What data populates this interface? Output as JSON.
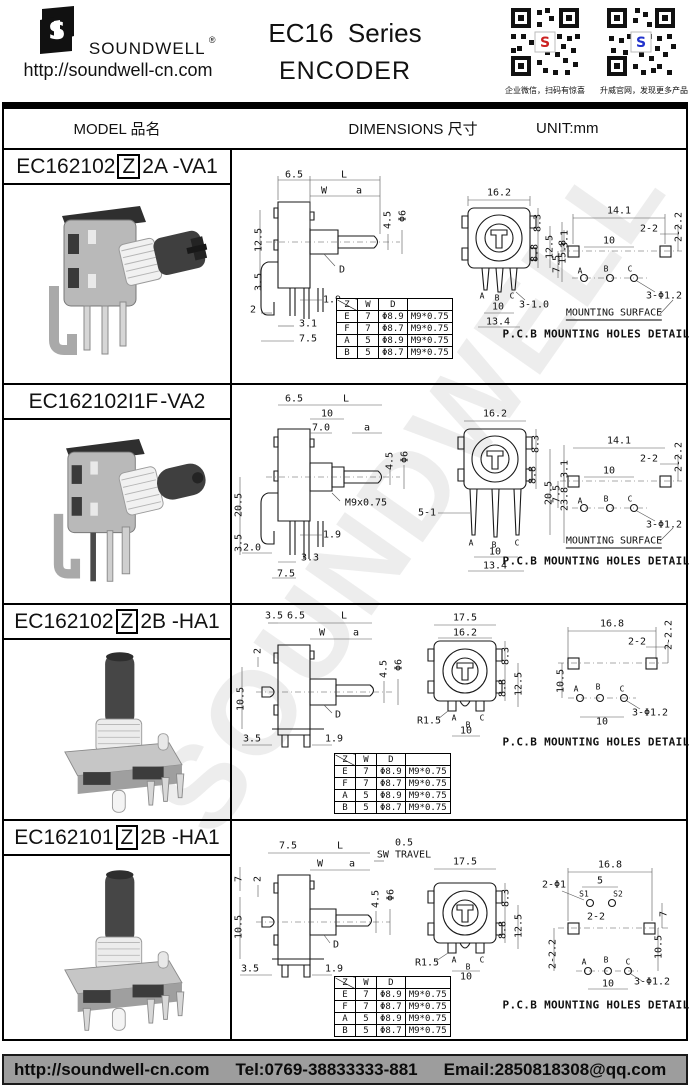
{
  "header": {
    "logo_text": "SOUNDWELL",
    "registered_mark": "®",
    "website": "http://soundwell-cn.com",
    "title_line1": "EC16  Series",
    "title_line2": "ENCODER",
    "qr_left_caption": "企业微信，扫码有惊喜",
    "qr_right_caption": "升威官网，发现更多产品"
  },
  "table_header": {
    "model": "MODEL 品名",
    "dimensions": "DIMENSIONS 尺寸",
    "unit": "UNIT:mm"
  },
  "watermark": "SOUNDWELL",
  "spec_table": {
    "headers": [
      "Z",
      "W",
      "D",
      ""
    ],
    "rows": [
      [
        "E",
        "7",
        "Φ8.9",
        "M9*0.75"
      ],
      [
        "F",
        "7",
        "Φ8.7",
        "M9*0.75"
      ],
      [
        "A",
        "5",
        "Φ8.9",
        "M9*0.75"
      ],
      [
        "B",
        "5",
        "Φ8.7",
        "M9*0.75"
      ]
    ]
  },
  "rows": [
    {
      "model_prefix": "EC162102",
      "model_boxed": "Z",
      "model_suffix": "2A -VA1",
      "dims": {
        "d65": "6.5",
        "L": "L",
        "W": "W",
        "a": "a",
        "h45": "4.5",
        "dia6": "Φ6",
        "v125": "12.5",
        "v35": "3.5",
        "D": "D",
        "p19": "1.9",
        "b2": "2",
        "b31": "3.1",
        "b75": "7.5"
      },
      "front": {
        "top": "16.2",
        "r83": "8.3",
        "r88": "8.8",
        "r125": "12.5",
        "r158": "15.8",
        "A": "A",
        "B": "B",
        "C": "C",
        "note": "3-1.0",
        "b10": "10",
        "b134": "13.4"
      },
      "pcb": {
        "top": "14.1",
        "r": "2-2.2",
        "m22": "2-2",
        "m10": "10",
        "l31": "3.1",
        "l75": "7.5",
        "A": "A",
        "B": "B",
        "C": "C",
        "note": "3-Φ1.2",
        "surface": "MOUNTING SURFACE",
        "caption": "P.C.B MOUNTING HOLES DETAIL"
      }
    },
    {
      "model_prefix": "EC162102I1F",
      "model_boxed": "",
      "model_suffix": "-VA2",
      "dims": {
        "d65": "6.5",
        "L": "L",
        "t10": "10",
        "t70": "7.0",
        "a": "a",
        "h45": "4.5",
        "dia6": "Φ6",
        "thread": "M9x0.75",
        "v205": "20.5",
        "v35": "3.5",
        "b20": "2.0",
        "p19": "1.9",
        "b33": "3.3",
        "b75": "7.5"
      },
      "front": {
        "top": "16.2",
        "r83": "8.3",
        "r88": "8.8",
        "r205": "20.5",
        "r238": "23.8",
        "note": "5-1",
        "A": "A",
        "B": "B",
        "C": "C",
        "b10": "10",
        "b134": "13.4"
      },
      "pcb": {
        "top": "14.1",
        "r": "2-2.2",
        "m22": "2-2",
        "m10": "10",
        "l31": "3.1",
        "l75": "7.5",
        "A": "A",
        "B": "B",
        "C": "C",
        "note": "3-Φ1.2",
        "surface": "MOUNTING SURFACE",
        "caption": "P.C.B MOUNTING HOLES DETAIL"
      }
    },
    {
      "model_prefix": "EC162102",
      "model_boxed": "Z",
      "model_suffix": "2B -HA1",
      "dims": {
        "t35": "3.5",
        "d65": "6.5",
        "L": "L",
        "W": "W",
        "a": "a",
        "v2": "2",
        "h45": "4.5",
        "dia6": "Φ6",
        "v105": "10.5",
        "D": "D",
        "b35": "3.5",
        "p19": "1.9"
      },
      "front": {
        "top": "17.5",
        "top2": "16.2",
        "r83": "8.3",
        "r88": "8.8",
        "r125": "12.5",
        "note": "R1.5",
        "A": "A",
        "B": "B",
        "C": "C",
        "b10": "10"
      },
      "pcb": {
        "top": "16.8",
        "r": "2-2.2",
        "m22": "2-2",
        "l105": "10.5",
        "A": "A",
        "B": "B",
        "C": "C",
        "note": "3-Φ1.2",
        "b10": "10",
        "caption": "P.C.B MOUNTING HOLES DETAIL"
      }
    },
    {
      "model_prefix": "EC162101",
      "model_boxed": "Z",
      "model_suffix": "2B -HA1",
      "dims": {
        "t75": "7.5",
        "L": "L",
        "sw05": "0.5",
        "sw": "SW TRAVEL",
        "W": "W",
        "a": "a",
        "v2": "2",
        "v7": "7",
        "v105": "10.5",
        "h45": "4.5",
        "dia6": "Φ6",
        "D": "D",
        "b35": "3.5",
        "p19": "1.9"
      },
      "front": {
        "top": "17.5",
        "r83": "8.3",
        "r88": "8.8",
        "r125": "12.5",
        "note": "R1.5",
        "A": "A",
        "B": "B",
        "C": "C",
        "b10": "10"
      },
      "pcb": {
        "top": "16.8",
        "t5": "5",
        "note2": "2-Φ1",
        "s1": "S1",
        "s2": "S2",
        "m22": "2-2",
        "r7": "7",
        "r105": "10.5",
        "l222": "2-2.2",
        "A": "A",
        "B": "B",
        "C": "C",
        "b10": "10",
        "note": "3-Φ1.2",
        "caption": "P.C.B MOUNTING HOLES DETAIL"
      }
    }
  ],
  "footer": {
    "website": "http://soundwell-cn.com",
    "tel": "Tel:0769-38833333-881",
    "email": "Email:2850818308@qq.com"
  }
}
